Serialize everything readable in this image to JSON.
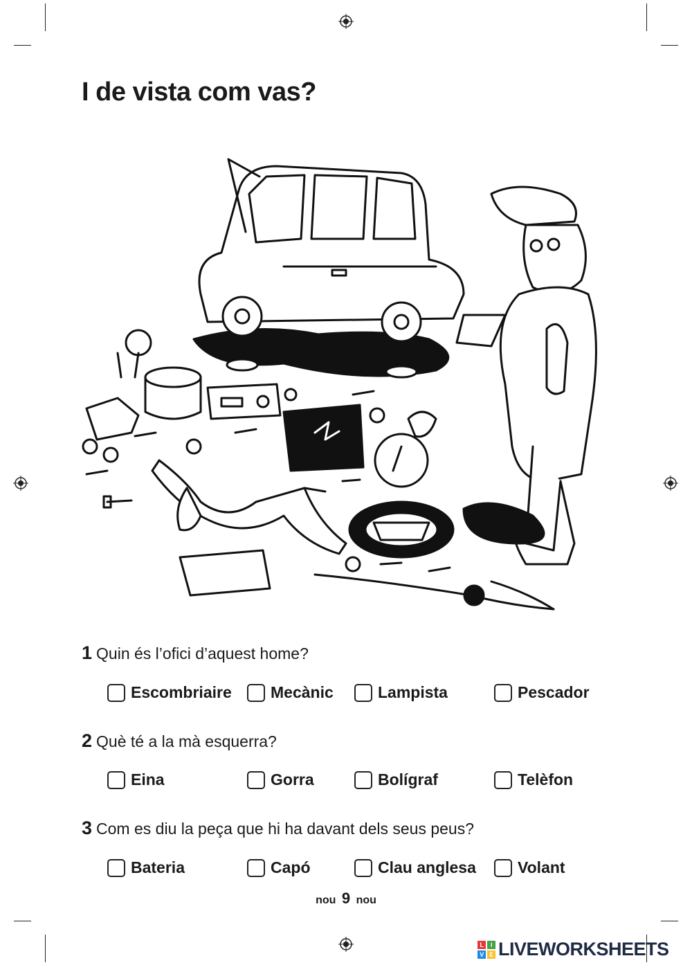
{
  "title": "I de vista com vas?",
  "questions": [
    {
      "number": "1",
      "text": "Quin és l’ofici d’aquest home?",
      "options": [
        "Escombriaire",
        "Mecànic",
        "Lampista",
        "Pescador"
      ]
    },
    {
      "number": "2",
      "text": "Què té a la mà esquerra?",
      "options": [
        "Eina",
        "Gorra",
        "Bolígraf",
        "Telèfon"
      ]
    },
    {
      "number": "3",
      "text": "Com es diu la peça que hi ha davant dels seus peus?",
      "options": [
        "Bateria",
        "Capó",
        "Clau anglesa",
        "Volant"
      ]
    }
  ],
  "footer": {
    "left": "nou",
    "page": "9",
    "right": "nou"
  },
  "watermark": {
    "text": "LIVEWORKSHEETS",
    "logo_letters": [
      "L",
      "I",
      "V",
      "E"
    ],
    "logo_colors": [
      "#e53935",
      "#43a047",
      "#1e88e5",
      "#fbc02d"
    ]
  },
  "icons": {
    "registration": "registration-mark-icon",
    "checkbox": "checkbox-icon"
  }
}
